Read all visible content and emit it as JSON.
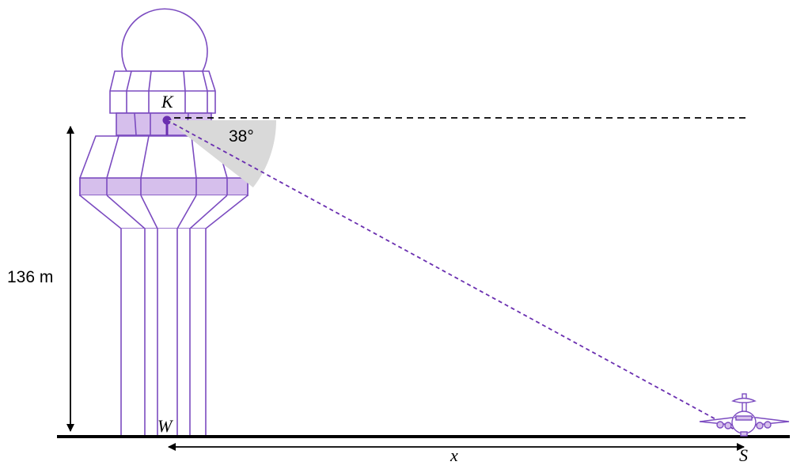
{
  "labels": {
    "height": "136 m",
    "angle": "38°",
    "point_k": "K",
    "point_w": "W",
    "point_s": "S",
    "distance": "x"
  },
  "colors": {
    "outline": "#7b4bc0",
    "fill": "#d6bfec",
    "line_of_sight": "#6a2fb0",
    "angle_sector": "#d9d9d9",
    "ink": "#000000"
  }
}
